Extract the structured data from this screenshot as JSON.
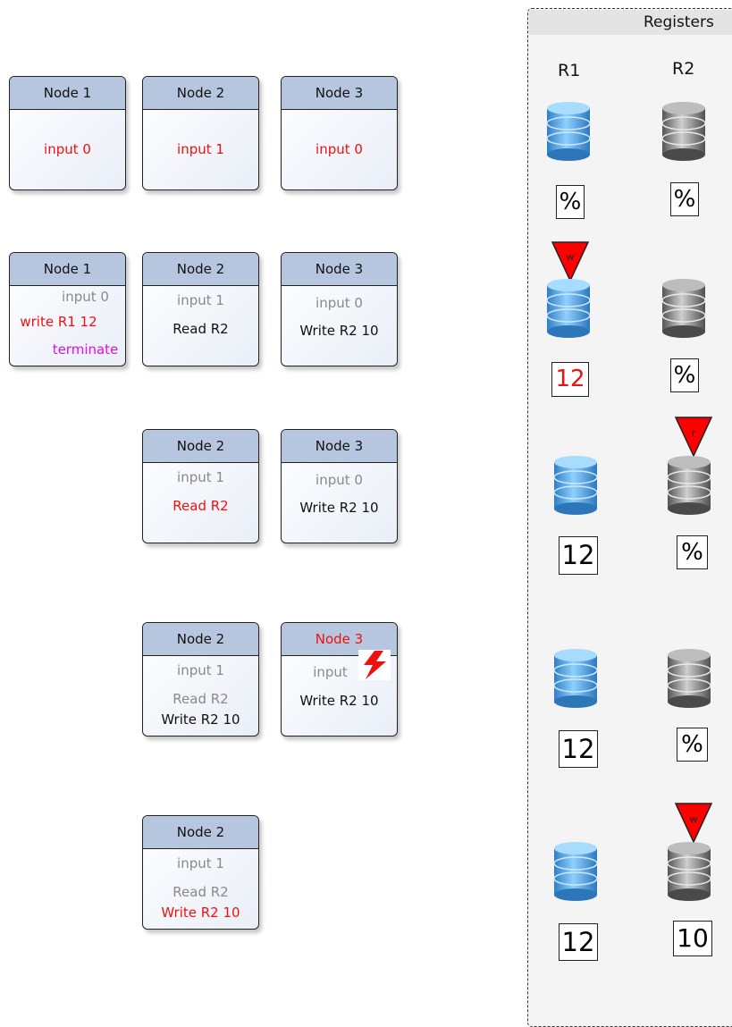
{
  "nodes": {
    "r1n1": {
      "title": "Node 1",
      "l1": "input 0"
    },
    "r1n2": {
      "title": "Node 2",
      "l1": "input 1"
    },
    "r1n3": {
      "title": "Node 3",
      "l1": "input 0"
    },
    "r2n1": {
      "title": "Node 1",
      "l1": "input 0",
      "l2": "write R1 12",
      "l3": "terminate"
    },
    "r2n2": {
      "title": "Node 2",
      "l1": "input 1",
      "l2": "Read R2"
    },
    "r2n3": {
      "title": "Node 3",
      "l1": "input 0",
      "l2": "Write R2 10"
    },
    "r3n2": {
      "title": "Node 2",
      "l1": "input 1",
      "l2": "Read R2"
    },
    "r3n3": {
      "title": "Node 3",
      "l1": "input 0",
      "l2": "Write R2 10"
    },
    "r4n2": {
      "title": "Node 2",
      "l1": "input 1",
      "l2": "Read R2",
      "l3": "Write R2 10"
    },
    "r4n3": {
      "title": "Node 3",
      "l1": "input",
      "l2": "Write R2 10"
    },
    "r5n2": {
      "title": "Node 2",
      "l1": "input 1",
      "l2": "Read R2",
      "l3": "Write R2 10"
    }
  },
  "registers": {
    "title": "Registers",
    "r1_label": "R1",
    "r2_label": "R2",
    "rows": [
      {
        "r1": "%",
        "r2": "%"
      },
      {
        "r1": "12",
        "r2": "%",
        "r1_marker": "w"
      },
      {
        "r1": "12",
        "r2": "%",
        "r2_marker": "r"
      },
      {
        "r1": "12",
        "r2": "%"
      },
      {
        "r1": "12",
        "r2": "10",
        "r2_marker": "w"
      }
    ]
  },
  "colors": {
    "highlight": "#ee1111",
    "muted": "#8a8a8a",
    "terminate": "#e010e0",
    "header": "#b6c6df",
    "r1_db": "#5aa8e6",
    "r2_db": "#8c8c8c",
    "marker": "#ff0000"
  }
}
